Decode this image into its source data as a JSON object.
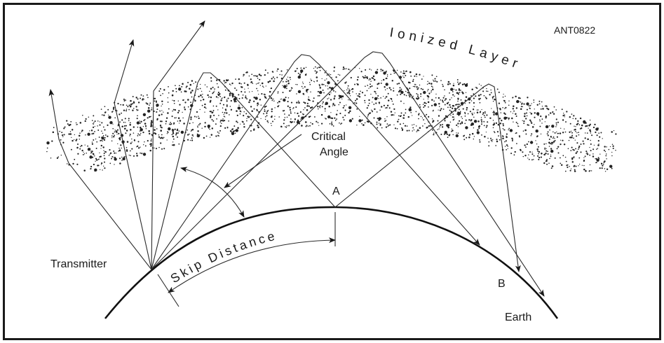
{
  "figure_id": "ANT0822",
  "labels": {
    "ionized_layer": "Ionized Layer",
    "critical_angle_line1": "Critical",
    "critical_angle_line2": "Angle",
    "point_a": "A",
    "point_b": "B",
    "transmitter": "Transmitter",
    "skip_distance": "Skip Distance",
    "earth": "Earth"
  },
  "colors": {
    "ink": "#1a1a1a",
    "background": "#ffffff"
  }
}
